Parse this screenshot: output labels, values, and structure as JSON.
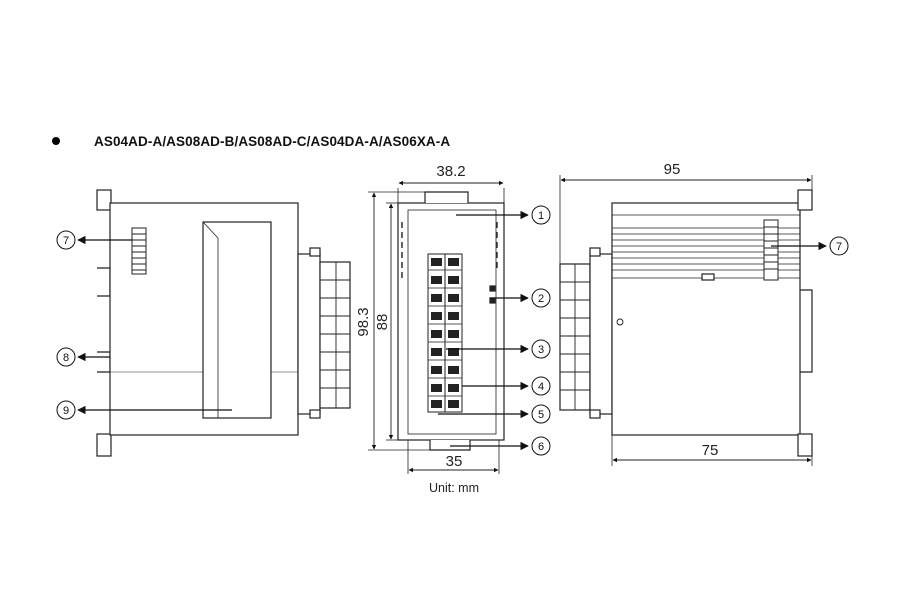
{
  "title": "AS04AD-A/AS08AD-B/AS08AD-C/AS04DA-A/AS06XA-A",
  "dimensions": {
    "front_width": "38.2",
    "front_height_outer": "98.3",
    "front_height_inner": "88",
    "front_bottom_width": "35",
    "side_depth_top": "95",
    "side_depth_bottom": "75",
    "unit_label": "Unit: mm"
  },
  "callouts": {
    "c1": "1",
    "c2": "2",
    "c3": "3",
    "c4": "4",
    "c5": "5",
    "c6": "6",
    "c7_left": "7",
    "c7_right": "7",
    "c8": "8",
    "c9": "9"
  }
}
